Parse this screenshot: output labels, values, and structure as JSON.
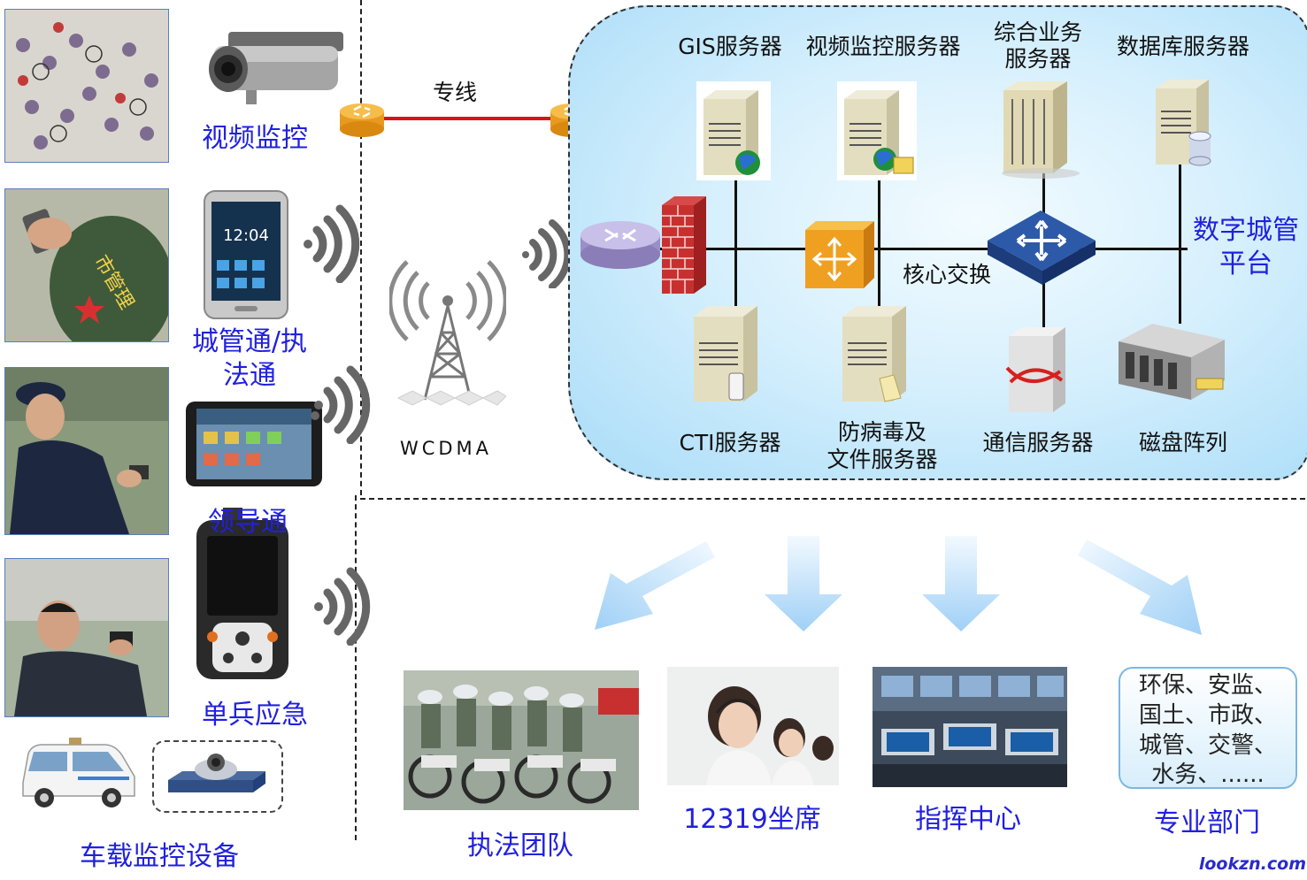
{
  "devices": {
    "video": "视频监控",
    "cgt_line1": "城管通/执",
    "cgt_line2": "法通",
    "leader": "领导通",
    "soldier": "单兵应急",
    "vehicle": "车载监控设备"
  },
  "network": {
    "private_line": "专线",
    "wcdma": "WCDMA"
  },
  "platform": {
    "title_line1": "数字城管",
    "title_line2": "平台",
    "core_switch": "核心交换",
    "servers": {
      "gis": "GIS服务器",
      "video": "视频监控服务器",
      "biz_line1": "综合业务",
      "biz_line2": "服务器",
      "db": "数据库服务器",
      "cti": "CTI服务器",
      "av_line1": "防病毒及",
      "av_line2": "文件服务器",
      "comm": "通信服务器",
      "disk": "磁盘阵列"
    }
  },
  "outputs": {
    "team": "执法团队",
    "seats": "12319坐席",
    "command": "指挥中心",
    "dept": "专业部门",
    "dept_lines": [
      "环保、安监、",
      "国土、市政、",
      "城管、交警、",
      "水务、......"
    ]
  },
  "watermark": "lookzn.com",
  "colors": {
    "label_blue": "#2020e0",
    "line_red": "#e01010",
    "panel_blue": "#a9dcf8"
  }
}
